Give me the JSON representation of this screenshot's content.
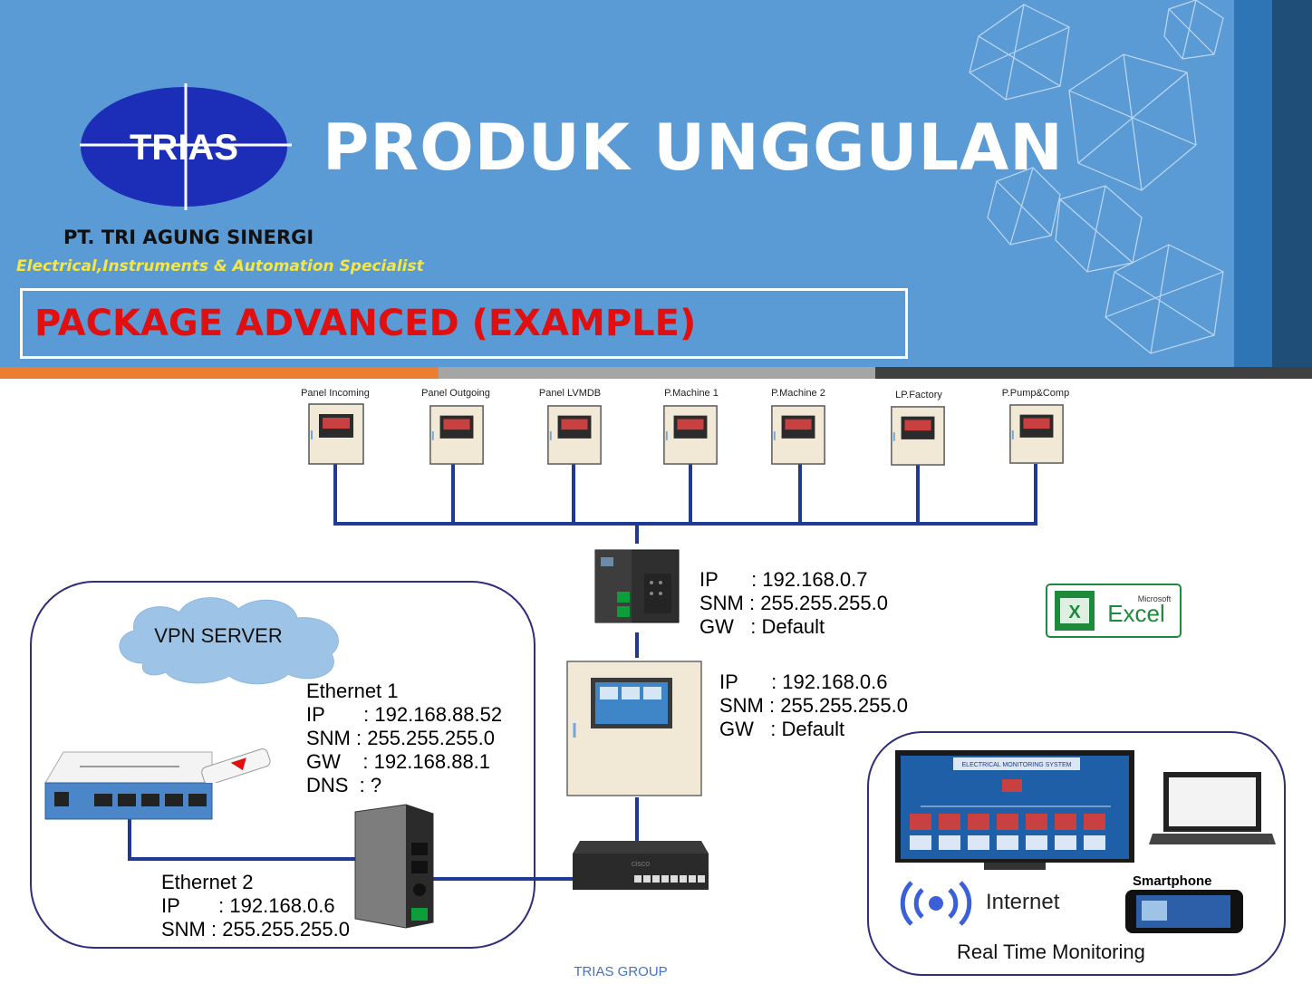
{
  "header": {
    "title": "PRODUK UNGGULAN",
    "logo_text": "TRIAS",
    "company": "PT. TRI AGUNG SINERGI",
    "tagline": "Electrical,Instruments & Automation Specialist",
    "package_title": "PACKAGE ADVANCED (EXAMPLE)"
  },
  "panels": [
    {
      "label": "Panel Incoming"
    },
    {
      "label": "Panel Outgoing"
    },
    {
      "label": "Panel LVMDB"
    },
    {
      "label": "P.Machine 1"
    },
    {
      "label": "P.Machine 2"
    },
    {
      "label": "LP.Factory"
    },
    {
      "label": "P.Pump&Comp"
    }
  ],
  "plc": {
    "ip_key": "IP",
    "ip": "192.168.0.7",
    "snm_key": "SNM",
    "snm": "255.255.255.0",
    "gw_key": "GW",
    "gw": "Default"
  },
  "hmi": {
    "ip_key": "IP",
    "ip": "192.168.0.6",
    "snm_key": "SNM",
    "snm": "255.255.255.0",
    "gw_key": "GW",
    "gw": "Default"
  },
  "vpn": {
    "cloud_label": "VPN SERVER",
    "eth1_title": "Ethernet 1",
    "eth1_ip_key": "IP",
    "eth1_ip": "192.168.88.52",
    "eth1_snm_key": "SNM",
    "eth1_snm": "255.255.255.0",
    "eth1_gw_key": "GW",
    "eth1_gw": "192.168.88.1",
    "eth1_dns_key": "DNS",
    "eth1_dns": "?",
    "eth2_title": "Ethernet 2",
    "eth2_ip_key": "IP",
    "eth2_ip": "192.168.0.6",
    "eth2_snm_key": "SNM",
    "eth2_snm": "255.255.255.0"
  },
  "excel": {
    "brand": "Microsoft",
    "name": "Excel"
  },
  "monitoring": {
    "screen_title": "ELECTRICAL MONITORING SYSTEM",
    "smartphone_label": "Smartphone",
    "internet_label": "Internet",
    "caption": "Real Time Monitoring"
  },
  "footer": {
    "text": "TRIAS GROUP"
  },
  "colors": {
    "header_bg": "#5b9bd5",
    "title_text": "#ffffff",
    "package_title": "#e01010",
    "tagline": "#f5e642",
    "wire": "#1f3a93",
    "stripe_orange": "#ed7d31",
    "stripe_gray": "#a5a5a5",
    "stripe_dark": "#404040",
    "footer_text": "#4472c4"
  }
}
